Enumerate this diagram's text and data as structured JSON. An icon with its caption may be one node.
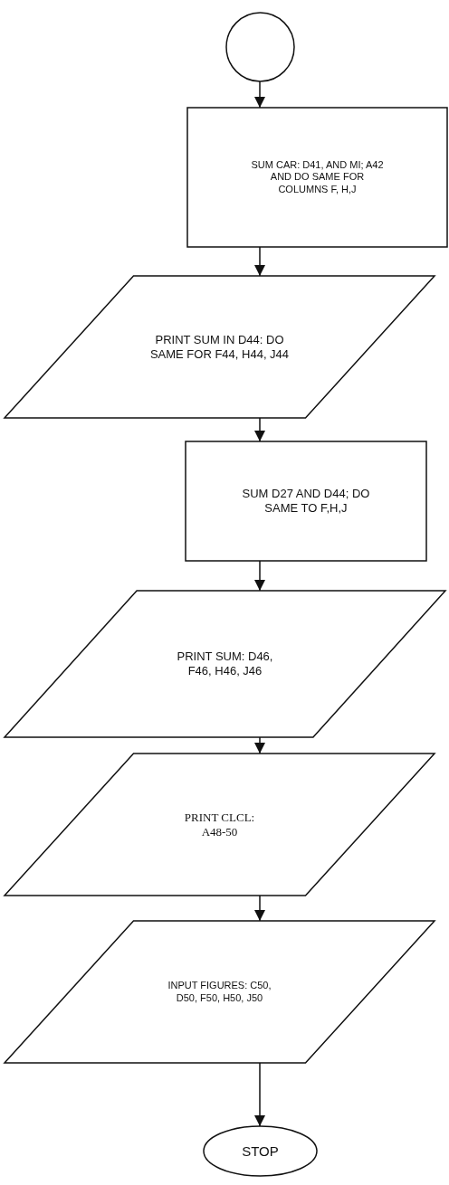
{
  "diagram": {
    "nodes": [
      {
        "text": [],
        "shape": "circle"
      },
      {
        "text": [
          "SUM CAR: D41, AND MI; A42 AND DO SAME FOR COLUMNS F, H,J"
        ]
      },
      {
        "text": [
          "PRINT SUM IN D44: DO SAME FOR F44, H44, J44"
        ]
      },
      {
        "text": [
          "SUM D27 AND D44; DO SAME TO F,H,J"
        ]
      },
      {
        "text": [
          "PRINT SUM: D46, F46, H46, J46"
        ]
      },
      {
        "text": [
          "PRINT CLCL: A48-50"
        ]
      },
      {
        "text": [
          "INPUT FIGURES: C50, D50, F50, H50, J50"
        ]
      },
      {
        "text": [
          "STOP"
        ]
      }
    ],
    "edges": [
      {
        "from": 0,
        "to": 1,
        "arrow": "to"
      },
      {
        "from": 1,
        "to": 2,
        "arrow": "to"
      },
      {
        "from": 2,
        "to": 3,
        "arrow": "to"
      },
      {
        "from": 3,
        "to": 4,
        "arrow": "to"
      },
      {
        "from": 4,
        "to": 5,
        "arrow": "to"
      },
      {
        "from": 5,
        "to": 6,
        "arrow": "to"
      },
      {
        "from": 6,
        "to": 7,
        "arrow": "to"
      }
    ]
  }
}
